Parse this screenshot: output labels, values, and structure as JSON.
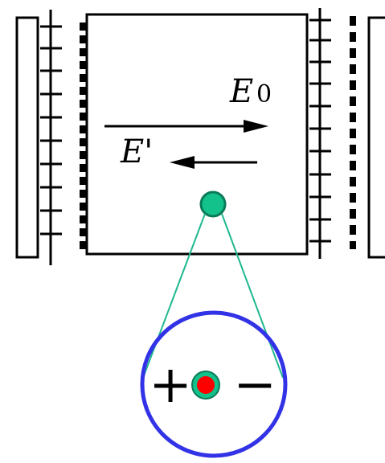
{
  "field_labels": {
    "applied_field": "E",
    "applied_field_subscript": "0",
    "induced_field": "E'"
  },
  "signs": {
    "positive": "+",
    "negative": "−"
  },
  "colors": {
    "outline": "#000000",
    "magnifier_ring": "#3232e6",
    "molecule_fill": "#12c28a",
    "molecule_stroke": "#0a7a58",
    "leader_lines": "#1fb890",
    "nucleus": "#ff0000"
  }
}
